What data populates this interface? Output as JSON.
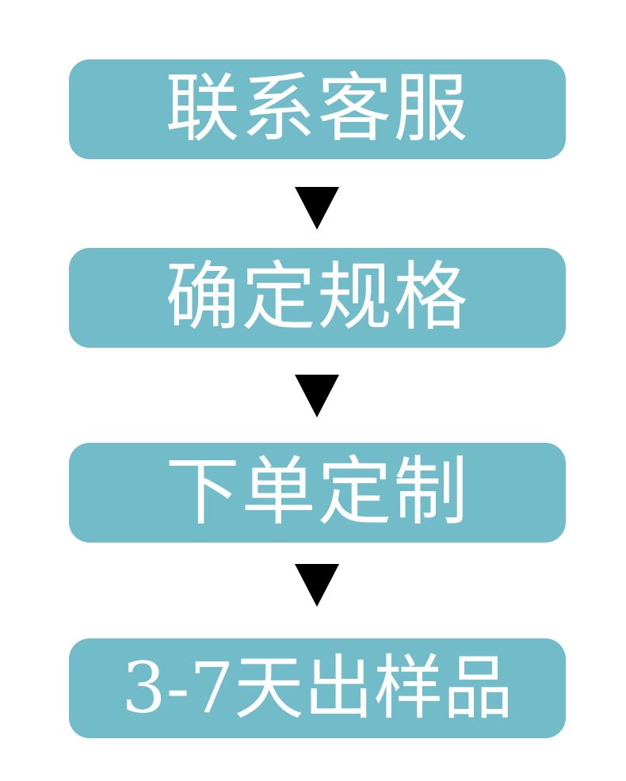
{
  "colors": {
    "step_background": "#72bcc9",
    "step_text": "#ffffff",
    "arrow": "#000000",
    "page_background": "#ffffff"
  },
  "steps": [
    {
      "label": "联系客服"
    },
    {
      "label": "确定规格"
    },
    {
      "label": "下单定制"
    },
    {
      "label": "3-7天出样品"
    }
  ],
  "connectors": [
    {
      "icon": "down-triangle-icon"
    },
    {
      "icon": "down-triangle-icon"
    },
    {
      "icon": "down-triangle-icon"
    }
  ]
}
